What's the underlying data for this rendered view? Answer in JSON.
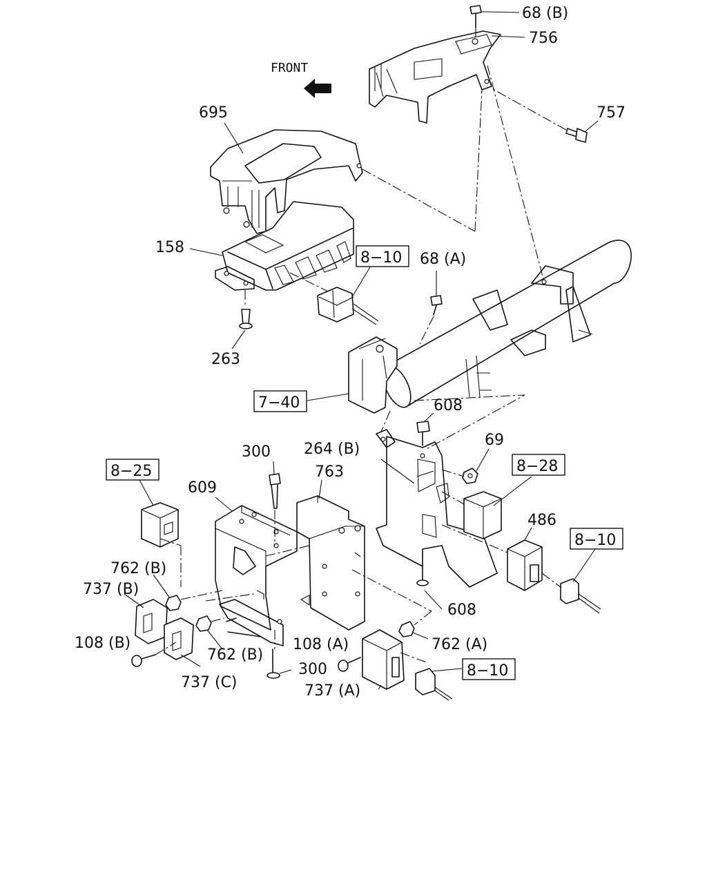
{
  "front_label": "FRONT",
  "labels": {
    "p68b": "68 (B)",
    "p756": "756",
    "p757": "757",
    "p695": "695",
    "p158": "158",
    "p68a": "68 (A)",
    "p263": "263",
    "p608_top": "608",
    "p69": "69",
    "p264b": "264 (B)",
    "p300_top": "300",
    "p763": "763",
    "p609": "609",
    "p486": "486",
    "p762b_top": "762 (B)",
    "p737b": "737 (B)",
    "p108b": "108 (B)",
    "p762b_bot": "762 (B)",
    "p737c": "737 (C)",
    "p608_bot": "608",
    "p762a": "762 (A)",
    "p108a": "108 (A)",
    "p300_bot": "300",
    "p737a": "737 (A)"
  },
  "refs": {
    "r810_a": "8−10",
    "r740": "7−40",
    "r825": "8−25",
    "r828": "8−28",
    "r810_b": "8−10",
    "r810_c": "8−10"
  }
}
